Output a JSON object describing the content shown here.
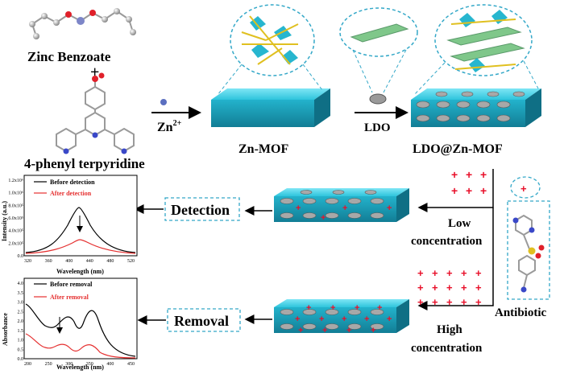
{
  "labels": {
    "zinc_benzoate": "Zinc Benzoate",
    "plus": "+",
    "terpyridine": "4-phenyl terpyridine",
    "zn_ion_base": "Zn",
    "zn_ion_sup": "2+",
    "zn_mof": "Zn-MOF",
    "ldo": "LDO",
    "ldo_zn_mof": "LDO@Zn-MOF",
    "low_conc_line1": "Low",
    "low_conc_line2": "concentration",
    "high_conc_line1": "High",
    "high_conc_line2": "concentration",
    "antibiotic": "Antibiotic",
    "detection": "Detection",
    "removal": "Removal"
  },
  "fluorescence_chart": {
    "legend": [
      "Before detection",
      "After detection"
    ],
    "xlabel": "Wavelength (nm)",
    "ylabel": "Intensity (a.u.)",
    "x_ticks": [
      "320",
      "360",
      "400",
      "440",
      "480",
      "520"
    ],
    "y_ticks": [
      "0.0",
      "2.0x10⁵",
      "4.0x10⁵",
      "6.0x10⁵",
      "8.0x10⁵",
      "1.0x10⁶",
      "1.2x10⁶"
    ],
    "colors": {
      "before": "#000000",
      "after": "#e53030"
    }
  },
  "absorbance_chart": {
    "legend": [
      "Before removal",
      "After removal"
    ],
    "xlabel": "Wavelength (nm)",
    "ylabel": "Absorbance",
    "x_ticks": [
      "200",
      "250",
      "300",
      "350",
      "400",
      "450"
    ],
    "y_ticks": [
      "0.0",
      "0.5",
      "1.0",
      "1.5",
      "2.0",
      "2.5",
      "3.0",
      "3.5",
      "4.0"
    ],
    "colors": {
      "before": "#000000",
      "after": "#e53030"
    }
  },
  "colors": {
    "rod": "#2ec4dc",
    "rod_dark": "#1690a8",
    "plus_red": "#e8102a",
    "dashed_box": "#34a8c8"
  }
}
